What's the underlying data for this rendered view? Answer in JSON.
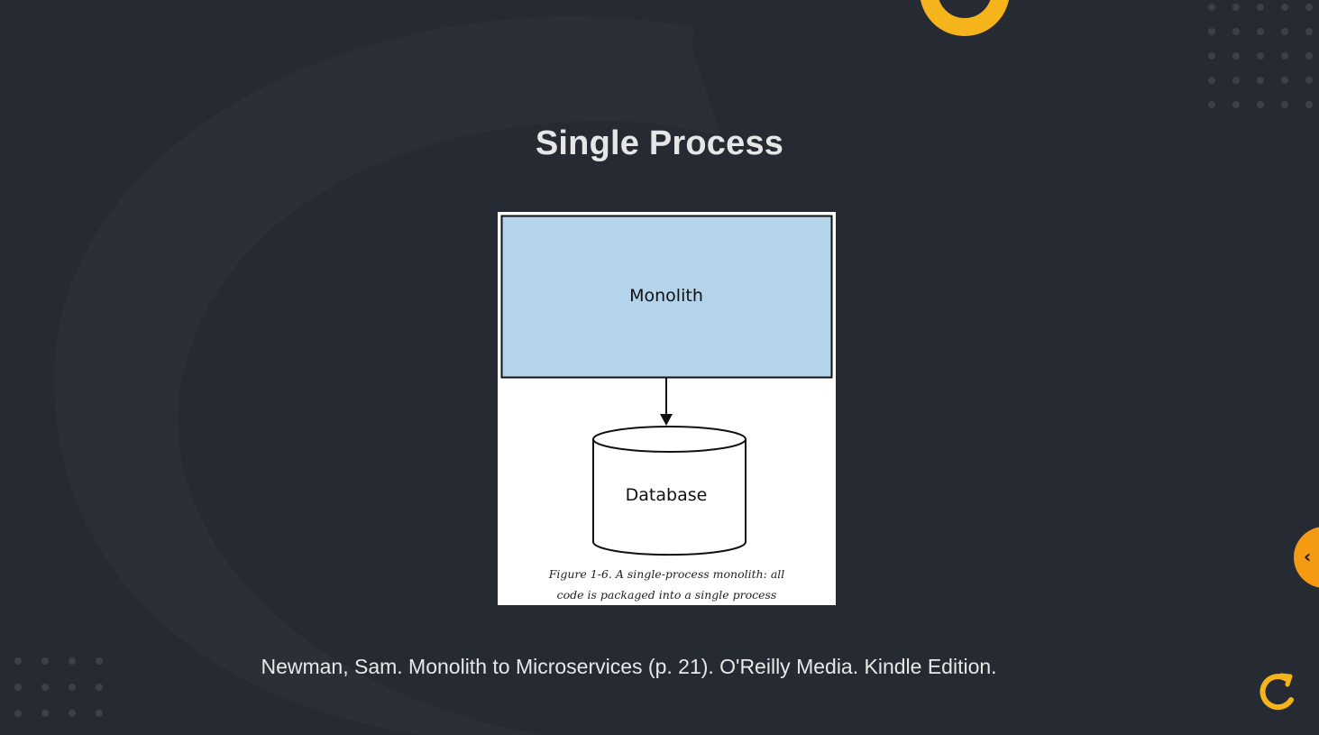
{
  "slide": {
    "title": "Single Process",
    "citation": "Newman, Sam. Monolith to Microservices (p. 21). O'Reilly Media. Kindle Edition."
  },
  "figure": {
    "monolith_label": "Monolith",
    "database_label": "Database",
    "caption_line1": "Figure 1-6. A single-process monolith: all",
    "caption_line2": "code is packaged into a single process",
    "monolith_fill": "#b3d4ea"
  },
  "controls": {
    "side_tab_icon": "chevron-left-icon",
    "side_tab_glyph": "‹"
  },
  "colors": {
    "background": "#262a33",
    "accent_yellow": "#f5b41b",
    "accent_orange": "#f59a13"
  }
}
